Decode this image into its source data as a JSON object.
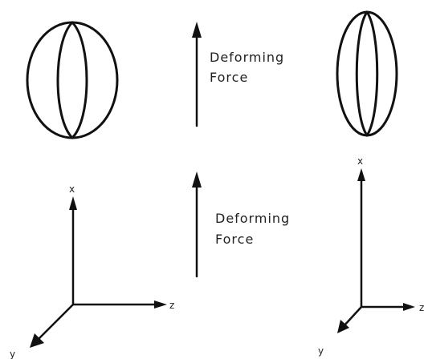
{
  "labels": {
    "force_top_line1": "Deforming",
    "force_top_line2": "Force",
    "force_bottom_line1": "Deforming",
    "force_bottom_line2": "Force",
    "left_axis_x": "x",
    "left_axis_y": "y",
    "left_axis_z": "z",
    "right_axis_x": "x",
    "right_axis_y": "y",
    "right_axis_z": "z"
  },
  "colors": {
    "ink": "#111111",
    "background": "#ffffff"
  }
}
